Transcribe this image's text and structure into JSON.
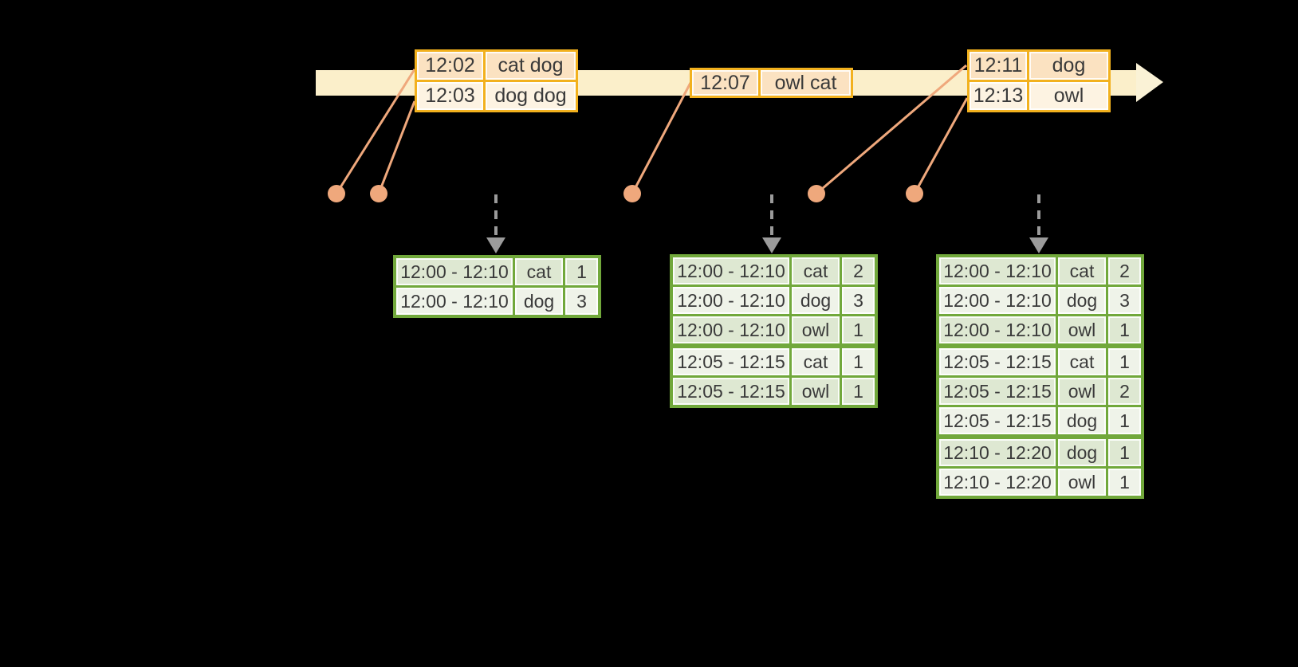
{
  "diagram": {
    "description": "Timeline of word events flowing into windowed word-count result tables",
    "colors": {
      "background": "#000000",
      "timeline_band": "#FBEFCA",
      "timeline_arrowhead": "#FAF2D6",
      "event_box_border": "#F2B11E",
      "event_row_peach": "#FBE2C1",
      "event_row_cream": "#FDF3E2",
      "table_border_green": "#71A83B",
      "table_row_dark": "#DEE8D2",
      "table_row_light": "#EFF3E9",
      "connector_salmon": "#EFA87C",
      "trigger_arrow_gray": "#9B9B9B",
      "text": "#3A3A3A"
    },
    "event_boxes": [
      {
        "events": [
          {
            "time": "12:02",
            "words": "cat dog"
          },
          {
            "time": "12:03",
            "words": "dog dog"
          }
        ]
      },
      {
        "events": [
          {
            "time": "12:07",
            "words": "owl cat"
          }
        ]
      },
      {
        "events": [
          {
            "time": "12:11",
            "words": "dog"
          },
          {
            "time": "12:13",
            "words": "owl"
          }
        ]
      }
    ],
    "result_tables": [
      {
        "rows": [
          [
            "12:00 - 12:10",
            "cat",
            "1"
          ],
          [
            "12:00 - 12:10",
            "dog",
            "3"
          ]
        ]
      },
      {
        "rows": [
          [
            "12:00 - 12:10",
            "cat",
            "2"
          ],
          [
            "12:00 - 12:10",
            "dog",
            "3"
          ],
          [
            "12:00 - 12:10",
            "owl",
            "1"
          ],
          [
            "12:05 - 12:15",
            "cat",
            "1"
          ],
          [
            "12:05 - 12:15",
            "owl",
            "1"
          ]
        ]
      },
      {
        "rows": [
          [
            "12:00 - 12:10",
            "cat",
            "2"
          ],
          [
            "12:00 - 12:10",
            "dog",
            "3"
          ],
          [
            "12:00 - 12:10",
            "owl",
            "1"
          ],
          [
            "12:05 - 12:15",
            "cat",
            "1"
          ],
          [
            "12:05 - 12:15",
            "owl",
            "2"
          ],
          [
            "12:05 - 12:15",
            "dog",
            "1"
          ],
          [
            "12:10 - 12:20",
            "dog",
            "1"
          ],
          [
            "12:10 - 12:20",
            "owl",
            "1"
          ]
        ]
      }
    ]
  }
}
